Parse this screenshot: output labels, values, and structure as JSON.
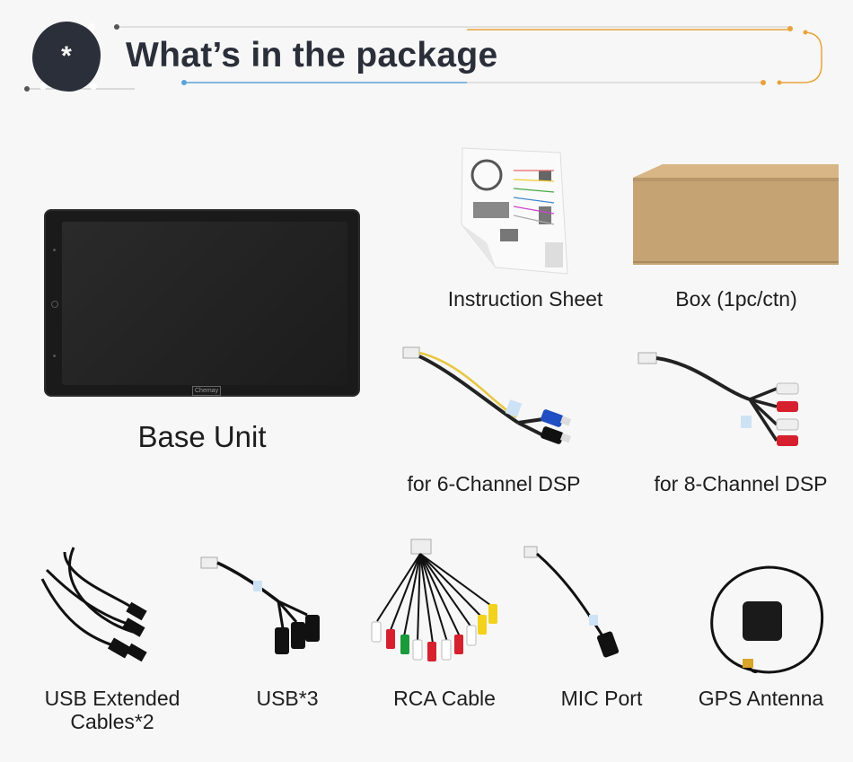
{
  "header": {
    "badge_symbol": "*",
    "title": "What’s in the package"
  },
  "colors": {
    "accent_orange": "#e8a33a",
    "accent_blue": "#5aa3d8",
    "badge_dark": "#2a2f3a"
  },
  "items": {
    "base_unit": {
      "label": "Base Unit",
      "brand_tag": "Chemay"
    },
    "instruction_sheet": {
      "label": "Instruction Sheet"
    },
    "box": {
      "label": "Box (1pc/ctn)"
    },
    "dsp6": {
      "label": "for 6-Channel DSP"
    },
    "dsp8": {
      "label": "for 8-Channel DSP"
    },
    "usb_ext": {
      "label": "USB Extended Cables*2"
    },
    "usb3": {
      "label": "USB*3"
    },
    "rca": {
      "label": "RCA Cable"
    },
    "mic": {
      "label": "MIC Port"
    },
    "gps": {
      "label": "GPS Antenna"
    }
  }
}
